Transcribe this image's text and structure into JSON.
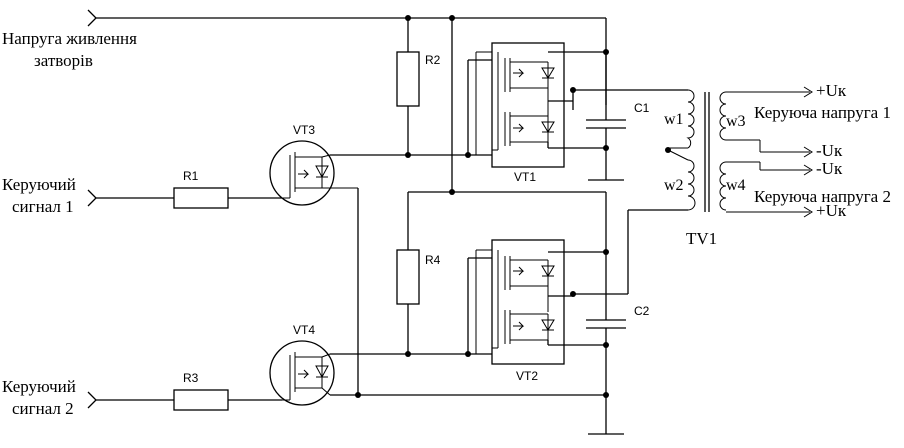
{
  "inputs": {
    "gate_supply_line1": "Напруга живлення",
    "gate_supply_line2": "затворів",
    "control1_line1": "Керуючий",
    "control1_line2": "сигнал 1",
    "control2_line1": "Керуючий",
    "control2_line2": "сигнал 2"
  },
  "components": {
    "r1": "R1",
    "r2": "R2",
    "r3": "R3",
    "r4": "R4",
    "vt1": "VT1",
    "vt2": "VT2",
    "vt3": "VT3",
    "vt4": "VT4",
    "c1": "C1",
    "c2": "C2",
    "w1": "w1",
    "w2": "w2",
    "w3": "w3",
    "w4": "w4",
    "tv1": "TV1"
  },
  "outputs": {
    "out1_plus": "+Uк",
    "out1_minus": "-Uк",
    "out2_minus": "-Uк",
    "out2_plus": "+Uк",
    "control_voltage1": "Керуюча напруга 1",
    "control_voltage2": "Керуюча напруга 2"
  }
}
